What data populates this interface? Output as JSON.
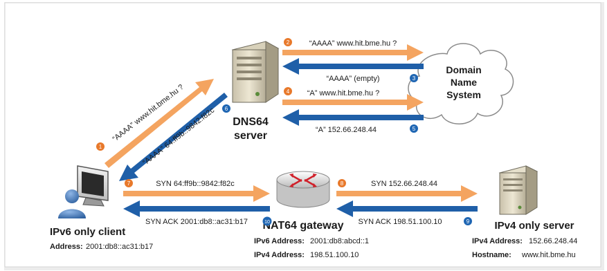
{
  "colors": {
    "orange_arrow": "#f4a460",
    "blue_arrow": "#1f5fa8",
    "badge_orange": "#e8792b",
    "badge_blue": "#1f66b3",
    "frame": "#d9d9d9"
  },
  "cloud": {
    "line1": "Domain",
    "line2": "Name",
    "line3": "System"
  },
  "dns64": {
    "line1": "DNS64",
    "line2": "server"
  },
  "client": {
    "title": "IPv6 only client",
    "address_label": "Address:",
    "address_value": "2001:db8::ac31:b17"
  },
  "nat64": {
    "title": "NAT64 gateway",
    "ipv6_label": "IPv6 Address:",
    "ipv6_value": "2001:db8:abcd::1",
    "ipv4_label": "IPv4 Address:",
    "ipv4_value": "198.51.100.10"
  },
  "ipv4server": {
    "title": "IPv4 only server",
    "ipv4_label": "IPv4 Address:",
    "ipv4_value": "152.66.248.44",
    "host_label": "Hostname:",
    "host_value": "www.hit.bme.hu"
  },
  "steps": {
    "s1": {
      "num": "1",
      "text": "“AAAA” www.hit.bme.hu ?"
    },
    "s2": {
      "num": "2",
      "text": "“AAAA” www.hit.bme.hu ?"
    },
    "s3": {
      "num": "3",
      "text": "“AAAA” (empty)"
    },
    "s4": {
      "num": "4",
      "text": "“A” www.hit.bme.hu ?"
    },
    "s5": {
      "num": "5",
      "text": "“A” 152.66.248.44"
    },
    "s6": {
      "num": "6",
      "text": "“AAAA” 64:ff9b::9842:f82c"
    },
    "s7": {
      "num": "7",
      "text": "SYN 64:ff9b::9842:f82c"
    },
    "s8": {
      "num": "8",
      "text": "SYN 152.66.248.44"
    },
    "s9": {
      "num": "9",
      "text": "SYN ACK 198.51.100.10"
    },
    "s10": {
      "num": "10",
      "text": "SYN ACK 2001:db8::ac31:b17"
    }
  }
}
